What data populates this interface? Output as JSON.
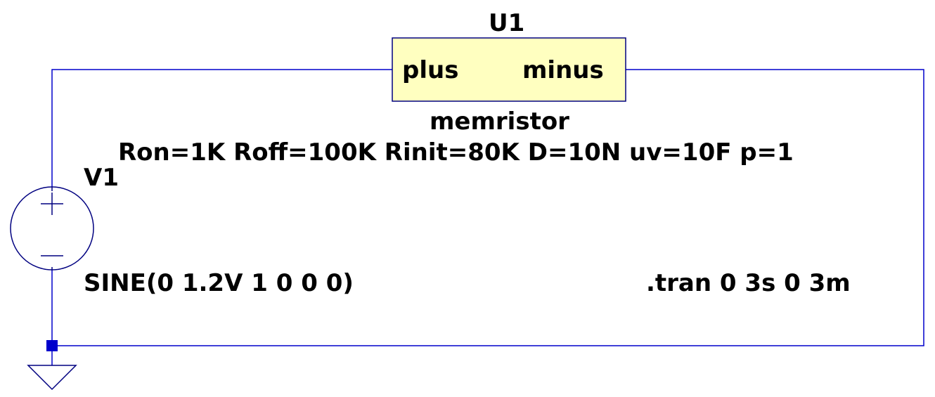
{
  "schematic": {
    "memristor": {
      "instance_name": "U1",
      "pin_plus": "plus",
      "pin_minus": "minus",
      "model_name": "memristor",
      "params": "Ron=1K Roff=100K Rinit=80K D=10N uv=10F p=1",
      "body_fill": "#ffffc0"
    },
    "source": {
      "instance_name": "V1",
      "value": "SINE(0 1.2V 1 0 0 0)"
    },
    "directive": ".tran 0 3s 0 3m",
    "colors": {
      "wire": "#0000cc",
      "symbol": "#000080",
      "text": "#000000",
      "background": "#ffffff"
    }
  }
}
